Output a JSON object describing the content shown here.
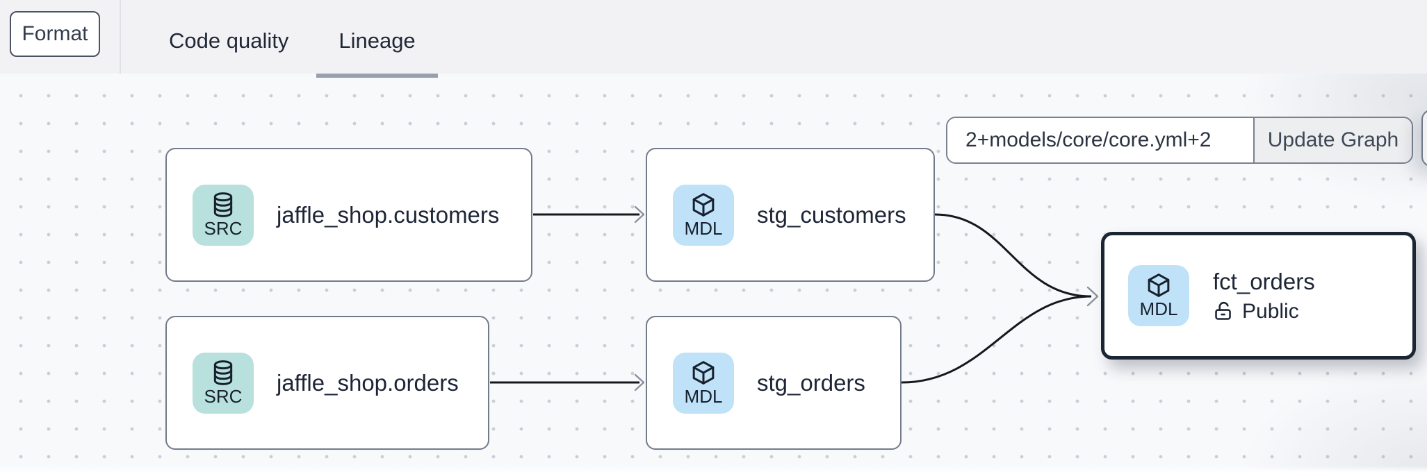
{
  "header": {
    "format_button": "Format",
    "tabs": [
      {
        "label": "Code quality",
        "active": false
      },
      {
        "label": "Lineage",
        "active": true
      }
    ]
  },
  "toolbar": {
    "selector_value": "2+models/core/core.yml+2",
    "update_button": "Update Graph"
  },
  "nodes": [
    {
      "id": "jaffle_shop.customers",
      "type": "SRC",
      "label": "jaffle_shop.customers"
    },
    {
      "id": "stg_customers",
      "type": "MDL",
      "label": "stg_customers"
    },
    {
      "id": "jaffle_shop.orders",
      "type": "SRC",
      "label": "jaffle_shop.orders"
    },
    {
      "id": "stg_orders",
      "type": "MDL",
      "label": "stg_orders"
    },
    {
      "id": "fct_orders",
      "type": "MDL",
      "label": "fct_orders",
      "access": "Public",
      "selected": true
    }
  ],
  "edges": [
    {
      "from": "jaffle_shop.customers",
      "to": "stg_customers"
    },
    {
      "from": "jaffle_shop.orders",
      "to": "stg_orders"
    },
    {
      "from": "stg_customers",
      "to": "fct_orders"
    },
    {
      "from": "stg_orders",
      "to": "fct_orders"
    }
  ],
  "colors": {
    "header_bg": "#f2f2f4",
    "canvas_bg": "#f8f9fb",
    "source_badge_bg": "#b8e0dc",
    "model_badge_bg": "#bfe2f8",
    "node_border": "#727b8b",
    "selected_node_border": "#1b2534",
    "edge": "#15181d",
    "tab_underline": "#98a0ad",
    "text": "#1d2536"
  }
}
